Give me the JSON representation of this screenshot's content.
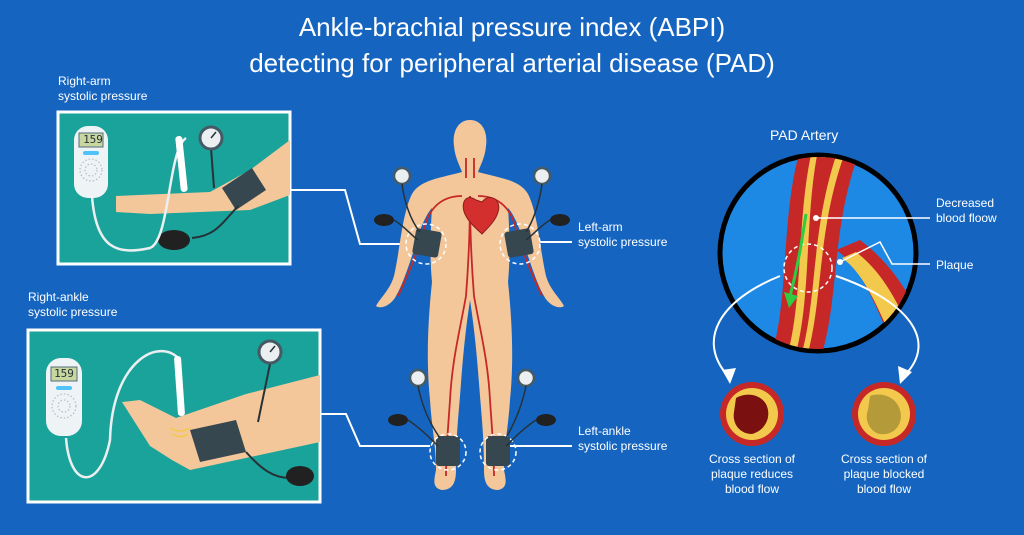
{
  "title": {
    "line1": "Ankle-brachial pressure index (ABPI)",
    "line2": "detecting for peripheral arterial disease (PAD)"
  },
  "labels": {
    "right_arm": [
      "Right-arm",
      "systolic pressure"
    ],
    "right_ankle": [
      "Right-ankle",
      "systolic pressure"
    ],
    "left_arm": [
      "Left-arm",
      "systolic pressure"
    ],
    "left_ankle": [
      "Left-ankle",
      "systolic pressure"
    ],
    "pad_artery": "PAD Artery",
    "decreased_flow": [
      "Decreased",
      "blood floow"
    ],
    "plaque": "Plaque",
    "cross_reduces": [
      "Cross section of",
      "plaque reduces",
      "blood flow"
    ],
    "cross_blocked": [
      "Cross section of",
      "plaque blocked",
      "blood flow"
    ]
  },
  "device_readout": "159",
  "colors": {
    "background": "#1565c0",
    "panel": "#1aa39a",
    "skin": "#f4c79b",
    "artery": "#c62828",
    "plaque": "#f2c94c",
    "flow_arrow": "#2ecc40"
  }
}
